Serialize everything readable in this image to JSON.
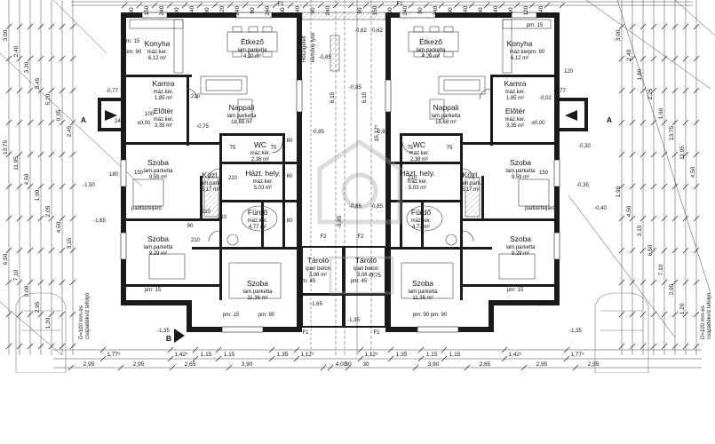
{
  "plan": {
    "left_unit": {
      "rooms": [
        {
          "id": "konyha",
          "name": "Konyha",
          "sub1": "máz.ker.",
          "sub2": "6,12 m²"
        },
        {
          "id": "etkezo",
          "name": "Étkező",
          "sub1": "lam.parketta",
          "sub2": "4,20 m²"
        },
        {
          "id": "kamra",
          "name": "Kamra",
          "sub1": "máz.ker.",
          "sub2": "1,85 m²"
        },
        {
          "id": "nappali",
          "name": "Nappali",
          "sub1": "lam.parketta",
          "sub2": "18,68 m²"
        },
        {
          "id": "eloter",
          "name": "Előtér",
          "sub1": "máz.ker.",
          "sub2": "3,35 m²"
        },
        {
          "id": "wc",
          "name": "WC",
          "sub1": "máz.kér.",
          "sub2": "2,38 m²"
        },
        {
          "id": "haztarta",
          "name": "Házt. hely.",
          "sub1": "máz.ker.",
          "sub2": "5,03 m²"
        },
        {
          "id": "kozl",
          "name": "Közl.",
          "sub1": "lam.park.",
          "sub2": "5,17 m²"
        },
        {
          "id": "szoba1",
          "name": "Szoba",
          "sub1": "lam.parketta",
          "sub2": "9,59 m²"
        },
        {
          "id": "furdo",
          "name": "Fürdő",
          "sub1": "máz.ker.",
          "sub2": "4,77 m²"
        },
        {
          "id": "szoba2",
          "name": "Szoba",
          "sub1": "lam.parketta",
          "sub2": "9,29 m²"
        },
        {
          "id": "tarolo",
          "name": "Tároló",
          "sub1": "ipari beton",
          "sub2": "3,08 m²"
        },
        {
          "id": "szoba3",
          "name": "Szoba",
          "sub1": "lam.parketta",
          "sub2": "11,36 m²"
        }
      ],
      "note_padlas": "padlásfeljáró",
      "section_a": "A",
      "section_b": "B"
    },
    "right_unit": {
      "rooms": [
        {
          "id": "etkezo",
          "name": "Étkező",
          "sub1": "lam.parketta",
          "sub2": "4,20 m²"
        },
        {
          "id": "konyha",
          "name": "Konyha",
          "sub1": "máz.ker.",
          "sub2": "6,12 m²"
        },
        {
          "id": "kamra",
          "name": "Kamra",
          "sub1": "máz.ker.",
          "sub2": "1,85 m²"
        },
        {
          "id": "nappali",
          "name": "Nappali",
          "sub1": "lam.parketta",
          "sub2": "18,68 m²"
        },
        {
          "id": "eloter",
          "name": "Előtér",
          "sub1": "máz.ker.",
          "sub2": "3,35 m²"
        },
        {
          "id": "wc",
          "name": "WC",
          "sub1": "máz.ker.",
          "sub2": "2,38 m²"
        },
        {
          "id": "haztarta",
          "name": "Házt. hely.",
          "sub1": "máz.ker.",
          "sub2": "5,03 m²"
        },
        {
          "id": "kozl",
          "name": "Közl.",
          "sub1": "lam.park.",
          "sub2": "5,17 m²"
        },
        {
          "id": "szoba1",
          "name": "Szoba",
          "sub1": "lam.parketta",
          "sub2": "9,59 m²"
        },
        {
          "id": "furdo",
          "name": "Fürdő",
          "sub1": "máz.ker.",
          "sub2": "4,77 m²"
        },
        {
          "id": "szoba2",
          "name": "Szoba",
          "sub1": "lam.parketta",
          "sub2": "9,29 m²"
        },
        {
          "id": "tarolo",
          "name": "Tároló",
          "sub1": "ipari beton",
          "sub2": "3,08 m²"
        },
        {
          "id": "szoba3",
          "name": "Szoba",
          "sub1": "lam.parketta",
          "sub2": "11,36 m²"
        }
      ],
      "note_padlas": "padlásfeljáró",
      "section_a": "A"
    },
    "pm_labels": [
      "pm: 15",
      "pm: 90",
      "pm: 15",
      "pm: 90",
      "pm: 15",
      "pm: 90",
      "pm: 45",
      "pm: 45",
      "pm: 15",
      "pm: 90",
      "pm: 15",
      "pm: 90"
    ],
    "level_labels": [
      "-0,85",
      "-0,62",
      "-0,62",
      "-0,85",
      "-0,85",
      "-0,85",
      "-0,85",
      "-0,85",
      "-0,77",
      "-0,77",
      "-1,50",
      "-1,65",
      "-1,65",
      "-1,65",
      "-1,65",
      "-1,35",
      "-1,35",
      "-1,35",
      "-0,35",
      "-0,40",
      "-0,30",
      "-0,02",
      "±0,00",
      "±0,00",
      "-0,75",
      "-0,75"
    ],
    "f_labels": [
      "F1",
      "F1",
      "F1",
      "F1",
      "F2",
      "F2"
    ],
    "bottom_dims": [
      "1,77⁵",
      "1,42⁵",
      "1,15",
      "1,15",
      "1,35",
      "1,12⁵",
      "1,12⁵",
      "1,35",
      "1,15",
      "1,15",
      "1,42⁵",
      "1,77⁵"
    ],
    "bottom_dims2": [
      "2,95",
      "2,95",
      "2,65",
      "3,90",
      "4,00",
      "3,90",
      "2,65",
      "2,95",
      "2,95",
      "30",
      "30"
    ],
    "top_dims": [
      "90",
      "150",
      "240",
      "90",
      "240",
      "90",
      "120",
      "240",
      "90",
      "240",
      "90",
      "240",
      "90",
      "240",
      "90",
      "150",
      "90",
      "240",
      "90",
      "240",
      "90",
      "240",
      "90",
      "240",
      "90",
      "120",
      "240"
    ],
    "left_dims": [
      "3,00",
      "2,40",
      "3,30",
      "3,45",
      "5,20",
      "0,35",
      "2,45",
      "13,75",
      "11,95",
      "4,50",
      "1,90",
      "2,05",
      "4,50",
      "3,15",
      "6,50",
      "7,10",
      "2,00",
      "2,95",
      "1,20"
    ],
    "right_dims": [
      "3,00",
      "2,40",
      "1,80",
      "2,25",
      "1,60",
      "13,75",
      "11,95",
      "4,50",
      "1,90",
      "4,50",
      "3,15",
      "6,50",
      "7,10",
      "2,95",
      "1,20"
    ],
    "door_tags": [
      "210",
      "75",
      "75",
      "210",
      "60",
      "60",
      "60",
      "210",
      "210",
      "90",
      "210",
      "75",
      "75",
      "210",
      "100",
      "240",
      "150",
      "180",
      "150",
      "120"
    ],
    "side_notes": [
      "D=100 mm-es",
      "csapadékvíz lefolyó",
      "D=100 mm-es",
      "csapadékvíz lefolyó",
      "Hőszigetelt",
      "kémény lyuk"
    ],
    "vertical_mid": [
      "6,15",
      "15,12⁵",
      "-0,85",
      "6,15"
    ],
    "colors": {
      "wall": "#1a1a1a",
      "dim": "#333333",
      "hatch": "#cfcfcf",
      "watermark": "#bfbfbf",
      "furniture": "#555555"
    }
  }
}
